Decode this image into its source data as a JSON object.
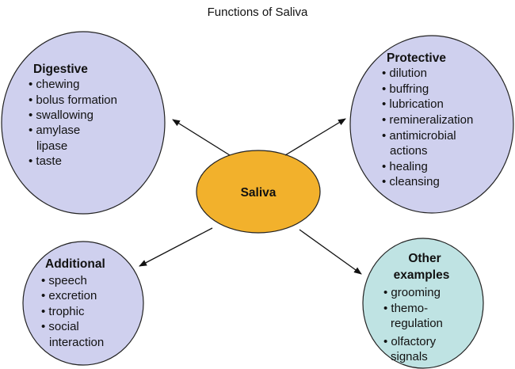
{
  "title": "Functions of Saliva",
  "center": "Saliva",
  "colors": {
    "lavender": "#cfd0ee",
    "teal": "#bfe3e3",
    "orange": "#f2b12c"
  },
  "digestive": {
    "title": "Digestive",
    "items": [
      "• chewing",
      "• bolus formation",
      "• swallowing",
      "• amylase",
      "lipase",
      "• taste"
    ]
  },
  "protective": {
    "title": "Protective",
    "items": [
      "• dilution",
      "• buffring",
      "• lubrication",
      "• remineralization",
      "• antimicrobial",
      "actions",
      "• healing",
      "• cleansing"
    ]
  },
  "additional": {
    "title": "Additional",
    "items": [
      "• speech",
      "• excretion",
      "• trophic",
      "• social",
      "interaction"
    ]
  },
  "other": {
    "title": "Other",
    "title2": "examples",
    "items": [
      "• grooming",
      "• themo-",
      "regulation",
      "• olfactory",
      "signals"
    ]
  }
}
